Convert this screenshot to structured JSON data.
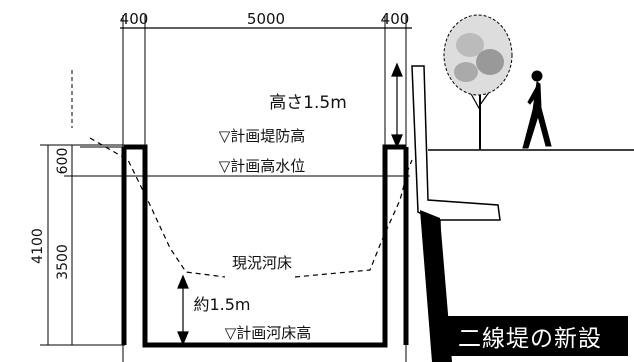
{
  "dims_top": [
    "400",
    "5000",
    "400"
  ],
  "dims_left": [
    "4100",
    "600",
    "3500"
  ],
  "levels": {
    "levee_crest": "▽計画堤防高",
    "high_water": "▽計画高水位",
    "current_bed": "現況河床",
    "planned_bed": "▽計画河床高"
  },
  "height_label": "高さ1.5m",
  "depth_label": "約1.5m",
  "caption": "二線堤の新設"
}
